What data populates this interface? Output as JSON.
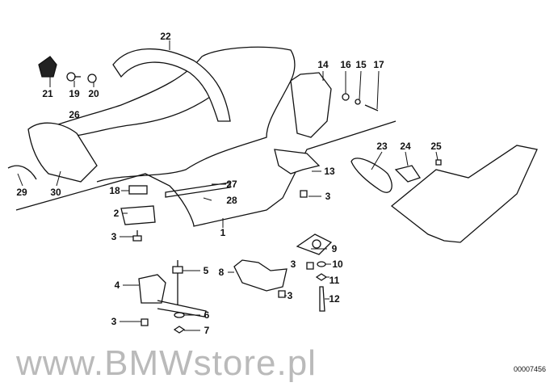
{
  "diagram": {
    "part_labels": [
      "22",
      "21",
      "19",
      "20",
      "26",
      "14",
      "16",
      "15",
      "17",
      "30",
      "29",
      "18",
      "2",
      "3",
      "27",
      "28",
      "1",
      "13",
      "3",
      "23",
      "24",
      "25",
      "9",
      "3",
      "10",
      "11",
      "12",
      "8",
      "3",
      "5",
      "4",
      "6",
      "7",
      "3"
    ],
    "diagram_code": "00007456",
    "watermark": "www.BMWstore.pl"
  }
}
